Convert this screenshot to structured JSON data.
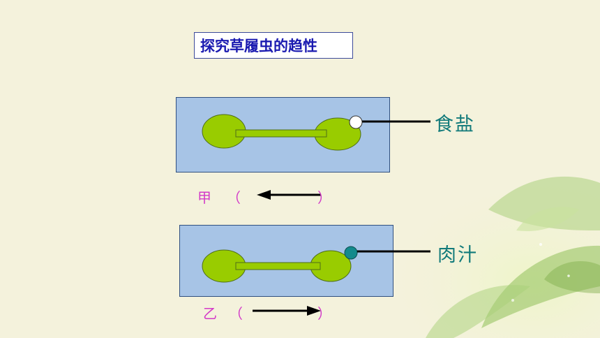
{
  "title": "探究草履虫的趋性",
  "experiments": [
    {
      "stimulus_label": "食盐",
      "stimulus_color": "#ffffff",
      "trial_name": "甲",
      "paren_open": "（",
      "paren_close": "）",
      "direction": "left"
    },
    {
      "stimulus_label": "肉汁",
      "stimulus_color": "#138a8c",
      "trial_name": "乙",
      "paren_open": "（",
      "paren_close": "）",
      "direction": "right"
    }
  ],
  "colors": {
    "slide": "#a7c4e6",
    "culture_drop": "#99cc00",
    "label_accent": "#117a7a",
    "trial_label": "#d33ac8",
    "title_text": "#1a1ab0"
  }
}
